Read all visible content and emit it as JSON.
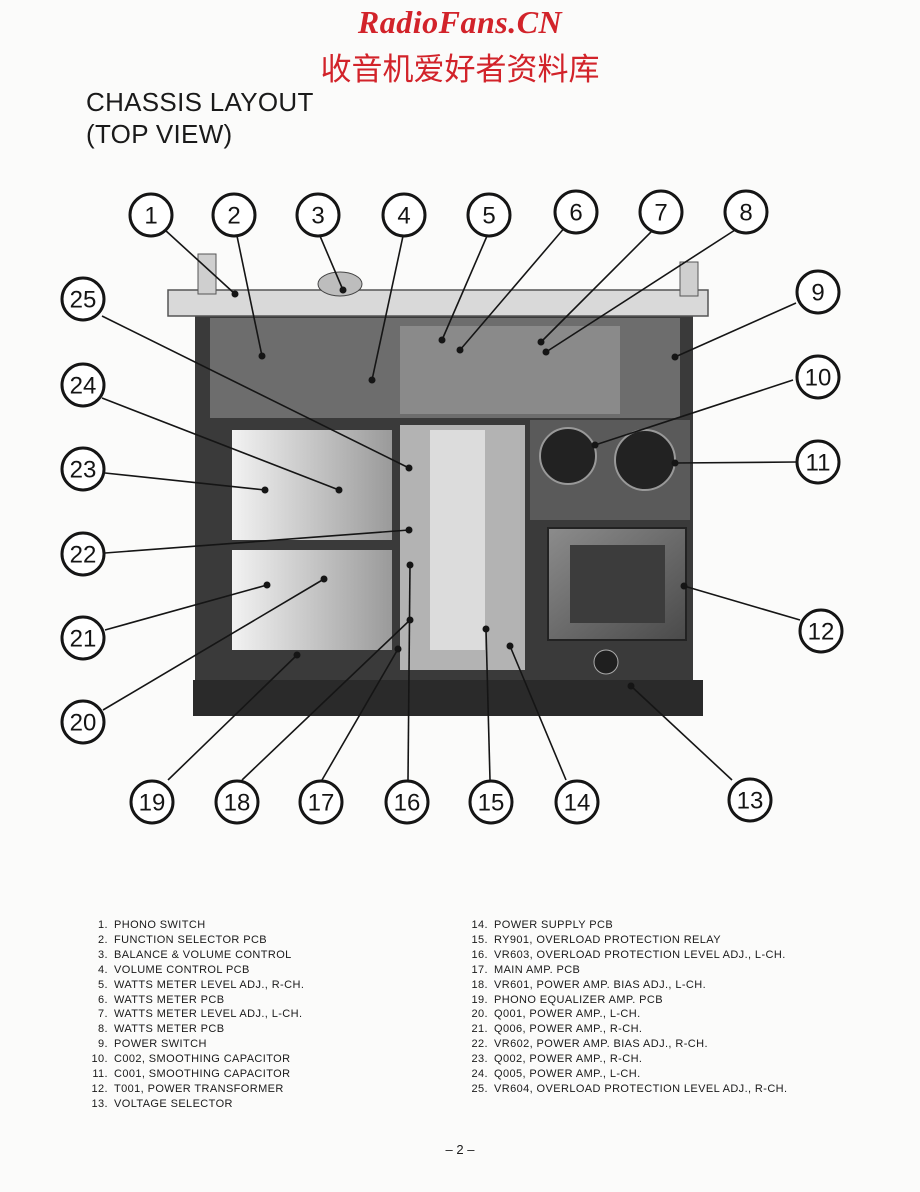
{
  "watermark": {
    "title": "RadioFans.CN",
    "subtitle": "收音机爱好者资料库",
    "color": "#d2232a"
  },
  "page_title": {
    "line1": "CHASSIS LAYOUT",
    "line2": "(TOP VIEW)"
  },
  "callouts": [
    {
      "number": "1",
      "label": "PHONO SWITCH"
    },
    {
      "number": "2",
      "label": "FUNCTION SELECTOR PCB"
    },
    {
      "number": "3",
      "label": "BALANCE & VOLUME CONTROL"
    },
    {
      "number": "4",
      "label": "VOLUME CONTROL PCB"
    },
    {
      "number": "5",
      "label": "WATTS METER LEVEL ADJ., R-CH."
    },
    {
      "number": "6",
      "label": "WATTS METER PCB"
    },
    {
      "number": "7",
      "label": "WATTS METER LEVEL ADJ., L-CH."
    },
    {
      "number": "8",
      "label": "WATTS METER PCB"
    },
    {
      "number": "9",
      "label": "POWER SWITCH"
    },
    {
      "number": "10",
      "label": "C002, SMOOTHING CAPACITOR"
    },
    {
      "number": "11",
      "label": "C001, SMOOTHING CAPACITOR"
    },
    {
      "number": "12",
      "label": "T001, POWER TRANSFORMER"
    },
    {
      "number": "13",
      "label": "VOLTAGE SELECTOR"
    },
    {
      "number": "14",
      "label": "POWER SUPPLY PCB"
    },
    {
      "number": "15",
      "label": "RY901, OVERLOAD PROTECTION RELAY"
    },
    {
      "number": "16",
      "label": "VR603, OVERLOAD PROTECTION LEVEL ADJ., L-CH."
    },
    {
      "number": "17",
      "label": "MAIN AMP. PCB"
    },
    {
      "number": "18",
      "label": "VR601, POWER AMP. BIAS ADJ., L-CH."
    },
    {
      "number": "19",
      "label": "PHONO EQUALIZER AMP. PCB"
    },
    {
      "number": "20",
      "label": "Q001, POWER AMP., L-CH."
    },
    {
      "number": "21",
      "label": "Q006, POWER AMP., R-CH."
    },
    {
      "number": "22",
      "label": "VR602, POWER AMP. BIAS ADJ., R-CH."
    },
    {
      "number": "23",
      "label": "Q002, POWER AMP., R-CH."
    },
    {
      "number": "24",
      "label": "Q005, POWER AMP., L-CH."
    },
    {
      "number": "25",
      "label": "VR604, OVERLOAD PROTECTION LEVEL ADJ., R-CH."
    }
  ],
  "legend_left": [
    {
      "num": "1.",
      "text": "PHONO SWITCH"
    },
    {
      "num": "2.",
      "text": "FUNCTION SELECTOR PCB"
    },
    {
      "num": "3.",
      "text": "BALANCE & VOLUME CONTROL"
    },
    {
      "num": "4.",
      "text": "VOLUME CONTROL PCB"
    },
    {
      "num": "5.",
      "text": "WATTS METER LEVEL ADJ., R-CH."
    },
    {
      "num": "6.",
      "text": "WATTS METER PCB"
    },
    {
      "num": "7.",
      "text": "WATTS METER LEVEL ADJ., L-CH."
    },
    {
      "num": "8.",
      "text": "WATTS METER PCB"
    },
    {
      "num": "9.",
      "text": "POWER SWITCH"
    },
    {
      "num": "10.",
      "text": "C002, SMOOTHING CAPACITOR"
    },
    {
      "num": "11.",
      "text": "C001, SMOOTHING CAPACITOR"
    },
    {
      "num": "12.",
      "text": "T001, POWER TRANSFORMER"
    },
    {
      "num": "13.",
      "text": "VOLTAGE SELECTOR"
    }
  ],
  "legend_right": [
    {
      "num": "14.",
      "text": "POWER SUPPLY PCB"
    },
    {
      "num": "15.",
      "text": "RY901, OVERLOAD PROTECTION RELAY"
    },
    {
      "num": "16.",
      "text": "VR603, OVERLOAD PROTECTION LEVEL ADJ., L-CH."
    },
    {
      "num": "17.",
      "text": "MAIN AMP. PCB"
    },
    {
      "num": "18.",
      "text": "VR601, POWER AMP. BIAS ADJ., L-CH."
    },
    {
      "num": "19.",
      "text": "PHONO EQUALIZER AMP. PCB"
    },
    {
      "num": "20.",
      "text": "Q001, POWER AMP., L-CH."
    },
    {
      "num": "21.",
      "text": "Q006, POWER AMP., R-CH."
    },
    {
      "num": "22.",
      "text": "VR602, POWER AMP. BIAS ADJ., R-CH."
    },
    {
      "num": "23.",
      "text": "Q002, POWER AMP., R-CH."
    },
    {
      "num": "24.",
      "text": "Q005, POWER AMP., L-CH."
    },
    {
      "num": "25.",
      "text": "VR604, OVERLOAD PROTECTION LEVEL ADJ., R-CH."
    }
  ],
  "page_number": "– 2 –"
}
